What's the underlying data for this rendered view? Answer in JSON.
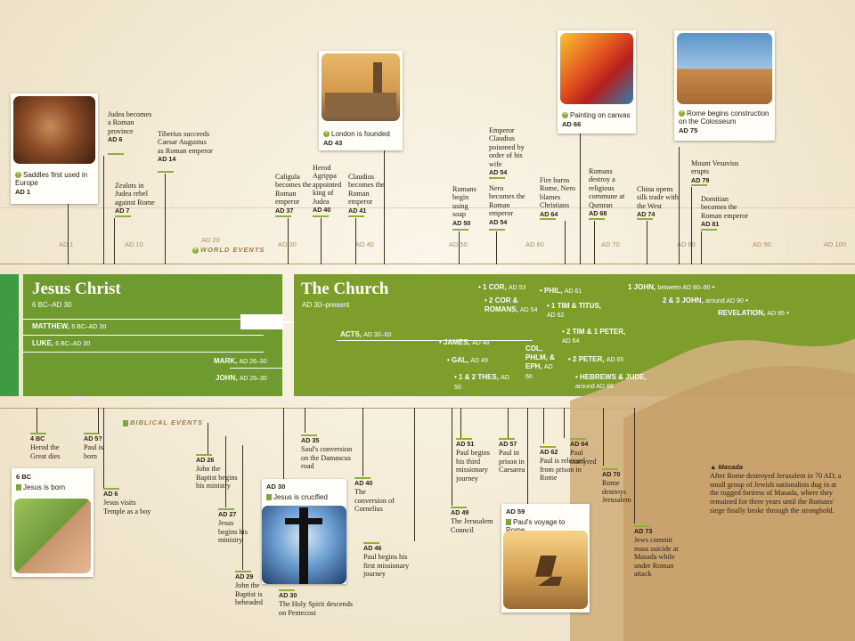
{
  "axis": {
    "ticks": [
      "AD 1",
      "AD 10",
      "AD 20",
      "AD 30",
      "AD 40",
      "AD 50",
      "AD 60",
      "AD 70",
      "AD 80",
      "AD 90",
      "AD 100"
    ],
    "world_events": "WORLD EVENTS",
    "biblical_events": "BIBLICAL EVENTS"
  },
  "world": [
    {
      "text": "Judea becomes a Roman province",
      "date": "AD 6"
    },
    {
      "text": "Tiberius succeeds Caesar Augustus as Roman emperor",
      "date": "AD 14"
    },
    {
      "text": "Zealots in Judea rebel against Rome",
      "date": "AD 7"
    },
    {
      "text": "Caligula becomes the Roman emperor",
      "date": "AD 37"
    },
    {
      "text": "Herod Agrippa appointed king of Judea",
      "date": "AD 40"
    },
    {
      "text": "Claudius becomes the Roman emperor",
      "date": "AD 41"
    },
    {
      "text": "Romans begin using soap",
      "date": "AD 50"
    },
    {
      "text": "Emperor Claudius poisoned by order of his wife",
      "date": "AD 54"
    },
    {
      "text": "Nero becomes the Roman emperor",
      "date": "AD 54"
    },
    {
      "text": "Fire burns Rome, Nero blames Christians",
      "date": "AD 64"
    },
    {
      "text": "Romans destroy a religious commune at Qumran",
      "date": "AD 68"
    },
    {
      "text": "China opens silk trade with the West",
      "date": "AD 74"
    },
    {
      "text": "Mount Vesuvius erupts",
      "date": "AD 79"
    },
    {
      "text": "Domitian becomes the Roman emperor",
      "date": "AD 81"
    }
  ],
  "world_cards": [
    {
      "text": "Saddles first used in Europe",
      "date": "AD 1"
    },
    {
      "text": "London is founded",
      "date": "AD 43"
    },
    {
      "text": "Painting on canvas",
      "date": "AD 66"
    },
    {
      "text": "Rome begins construction on the Colosseum",
      "date": "AD 75"
    }
  ],
  "jesus": {
    "title": "Jesus Christ",
    "dates": "6 BC–AD 30",
    "books": [
      {
        "name": "MATTHEW,",
        "date": "6 BC–AD 30"
      },
      {
        "name": "LUKE,",
        "date": "6 BC–AD 30"
      },
      {
        "name": "MARK,",
        "date": "AD 26–30"
      },
      {
        "name": "JOHN,",
        "date": "AD 26–30"
      }
    ]
  },
  "church": {
    "title": "The Church",
    "dates": "AD 30–present",
    "books": [
      {
        "name": "ACTS,",
        "date": "AD 30–60"
      },
      {
        "name": "1 COR,",
        "date": "AD 53"
      },
      {
        "name": "2 COR & ROMANS,",
        "date": "AD 54"
      },
      {
        "name": "PHIL,",
        "date": "AD 61"
      },
      {
        "name": "1 TIM & TITUS,",
        "date": "AD 62"
      },
      {
        "name": "2 TIM & 1 PETER,",
        "date": "AD 64"
      },
      {
        "name": "2 PETER,",
        "date": "AD 65"
      },
      {
        "name": "HEBREWS & JUDE,",
        "date": "around AD 66"
      },
      {
        "name": "JAMES,",
        "date": "AD 48"
      },
      {
        "name": "GAL,",
        "date": "AD 49"
      },
      {
        "name": "1 & 2 THES,",
        "date": "AD 50"
      },
      {
        "name": "COL, PHLM, & EPH,",
        "date": "AD 60"
      },
      {
        "name": "1 JOHN,",
        "date": "between AD 80–90"
      },
      {
        "name": "2 & 3 JOHN,",
        "date": "around AD 90"
      },
      {
        "name": "REVELATION,",
        "date": "AD 95"
      }
    ]
  },
  "biblical": [
    {
      "date": "4 BC",
      "text": "Herod the Great dies"
    },
    {
      "date": "AD 5?",
      "text": "Paul is born"
    },
    {
      "date": "AD 6",
      "text": "Jesus visits Temple as a boy"
    },
    {
      "date": "AD 26",
      "text": "John the Baptist begins his ministry"
    },
    {
      "date": "AD 27",
      "text": "Jesus begins his ministry"
    },
    {
      "date": "AD 29",
      "text": "John the Baptist is beheaded"
    },
    {
      "date": "AD 30",
      "text": "The Holy Spirit descends on Pentecost"
    },
    {
      "date": "AD 35",
      "text": "Saul's conversion on the Damascus road"
    },
    {
      "date": "AD 40",
      "text": "The conversion of Cornelius"
    },
    {
      "date": "AD 46",
      "text": "Paul begins his first missionary journey"
    },
    {
      "date": "AD 49",
      "text": "The Jerusalem Council"
    },
    {
      "date": "AD 51",
      "text": "Paul begins his third missionary journey"
    },
    {
      "date": "AD 57",
      "text": "Paul in prison in Caesarea"
    },
    {
      "date": "AD 62",
      "text": "Paul is released from prison in Rome"
    },
    {
      "date": "AD 64",
      "text": "Paul martyred"
    },
    {
      "date": "AD 70",
      "text": "Rome destroys Jerusalem"
    },
    {
      "date": "AD 73",
      "text": "Jews commit mass suicide at Masada while under Roman attack"
    }
  ],
  "biblical_cards": [
    {
      "date": "6 BC",
      "text": "Jesus is born"
    },
    {
      "date": "AD 30",
      "text": "Jesus is crucified"
    },
    {
      "date": "AD 59",
      "text": "Paul's voyage to Rome"
    }
  ],
  "masada": {
    "title": "Masada",
    "text": "After Rome destroyed Jerusalem in 70 AD, a small group of Jewish nationalists dug in at the rugged fortress of Masada, where they remained for three years until the Romans' siege finally broke through the stronghold."
  }
}
